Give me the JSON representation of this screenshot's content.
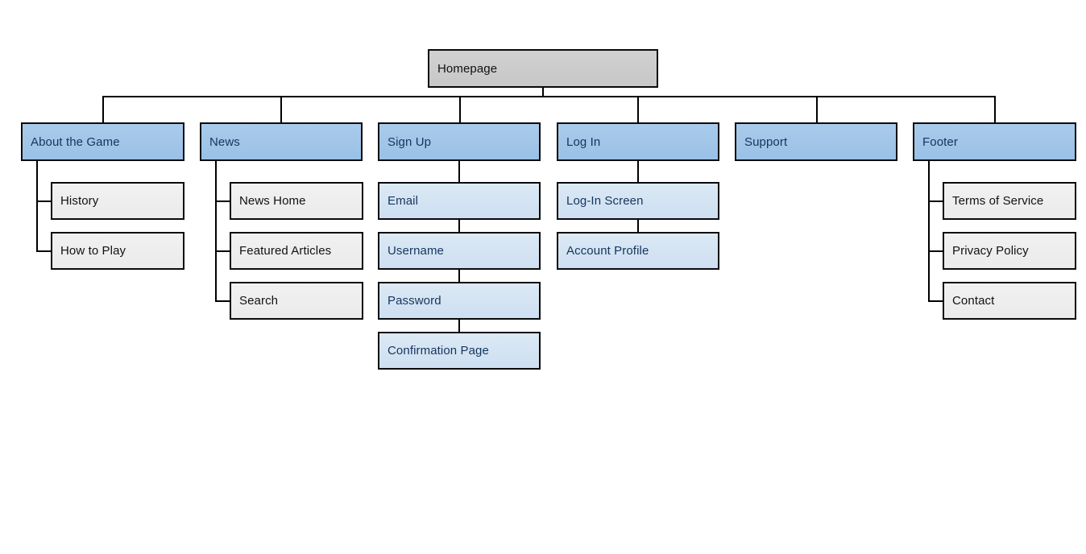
{
  "diagram_type": "sitemap-tree",
  "root": {
    "label": "Homepage"
  },
  "sections": [
    {
      "label": "About the Game",
      "children": [
        {
          "label": "History"
        },
        {
          "label": "How to Play"
        }
      ]
    },
    {
      "label": "News",
      "children": [
        {
          "label": "News Home"
        },
        {
          "label": "Featured Articles"
        },
        {
          "label": "Search"
        }
      ]
    },
    {
      "label": "Sign Up",
      "children": [
        {
          "label": "Email"
        },
        {
          "label": "Username"
        },
        {
          "label": "Password"
        },
        {
          "label": "Confirmation Page"
        }
      ]
    },
    {
      "label": "Log In",
      "children": [
        {
          "label": "Log-In Screen"
        },
        {
          "label": "Account Profile"
        }
      ]
    },
    {
      "label": "Support",
      "children": []
    },
    {
      "label": "Footer",
      "children": [
        {
          "label": "Terms of Service"
        },
        {
          "label": "Privacy Policy"
        },
        {
          "label": "Contact"
        }
      ]
    }
  ],
  "colors": {
    "background": "#ffffff",
    "root_fill": "#cccccc",
    "section_fill": "#9fc5e8",
    "child_fill_blue": "#cfe2f3",
    "child_fill_gray": "#efefef",
    "border": "#000000",
    "connector": "#000000",
    "text_dark": "#111111",
    "text_navy": "#15355c"
  }
}
